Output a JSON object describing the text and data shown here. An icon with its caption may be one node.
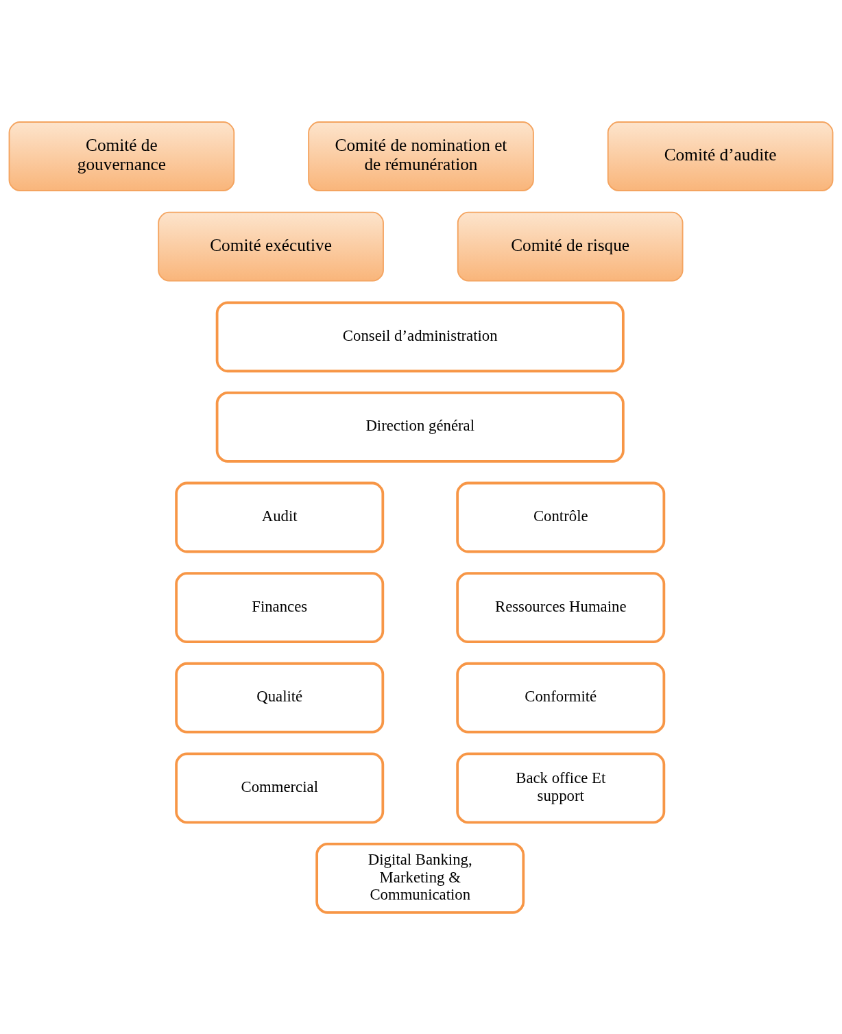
{
  "diagram": {
    "nodes": [
      {
        "text": [
          "Comité de gouvernance"
        ]
      },
      {
        "text": [
          "Comité de nomination et de rémunération"
        ]
      },
      {
        "text": [
          "Comité d’audite"
        ]
      },
      {
        "text": [
          "Comité exécutive"
        ]
      },
      {
        "text": [
          "Comité de risque"
        ]
      },
      {
        "text": [
          "Conseil d’administration"
        ]
      },
      {
        "text": [
          "Direction général"
        ]
      },
      {
        "text": [
          "Audit"
        ]
      },
      {
        "text": [
          "Contrôle"
        ]
      },
      {
        "text": [
          "Finances"
        ]
      },
      {
        "text": [
          "Ressources Humaine"
        ]
      },
      {
        "text": [
          "Qualité"
        ]
      },
      {
        "text": [
          "Conformité"
        ]
      },
      {
        "text": [
          "Commercial"
        ]
      },
      {
        "text": [
          "Back office Et support"
        ]
      },
      {
        "text": [
          "Digital Banking, Marketing & Communication"
        ]
      }
    ],
    "edges": []
  }
}
